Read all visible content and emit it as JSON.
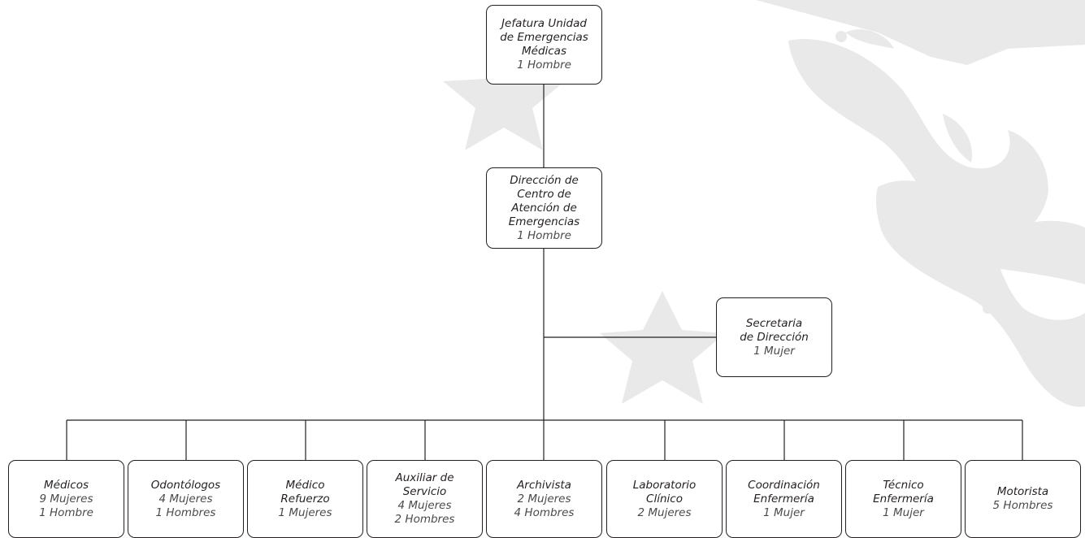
{
  "colors": {
    "line": "#231f20",
    "watermark": "#e9e9ea",
    "text": "#231f20",
    "subtext": "#4a4a4a"
  },
  "watermark": {
    "partial_text": "D"
  },
  "org": {
    "jefatura": {
      "title1": "Jefatura Unidad",
      "title2": "de Emergencias",
      "title3": "Médicas",
      "count": "1 Hombre"
    },
    "direccion": {
      "title1": "Dirección de",
      "title2": "Centro de",
      "title3": "Atención de",
      "title4": "Emergencias",
      "count": "1 Hombre"
    },
    "secretaria": {
      "title1": "Secretaria",
      "title2": "de Dirección",
      "count": "1 Mujer"
    },
    "units": [
      {
        "title1": "Médicos",
        "count1": "9 Mujeres",
        "count2": "1 Hombre"
      },
      {
        "title1": "Odontólogos",
        "count1": "4 Mujeres",
        "count2": "1 Hombres"
      },
      {
        "title1": "Médico",
        "title2": "Refuerzo",
        "count1": "1 Mujeres"
      },
      {
        "title1": "Auxiliar de",
        "title2": "Servicio",
        "count1": "4 Mujeres",
        "count2": "2 Hombres"
      },
      {
        "title1": "Archivista",
        "count1": "2 Mujeres",
        "count2": "4 Hombres"
      },
      {
        "title1": "Laboratorio",
        "title2": "Clínico",
        "count1": "2 Mujeres"
      },
      {
        "title1": "Coordinación",
        "title2": "Enfermería",
        "count1": "1 Mujer"
      },
      {
        "title1": "Técnico",
        "title2": "Enfermería",
        "count1": "1 Mujer"
      },
      {
        "title1": "Motorista",
        "count1": "5 Hombres"
      }
    ]
  }
}
